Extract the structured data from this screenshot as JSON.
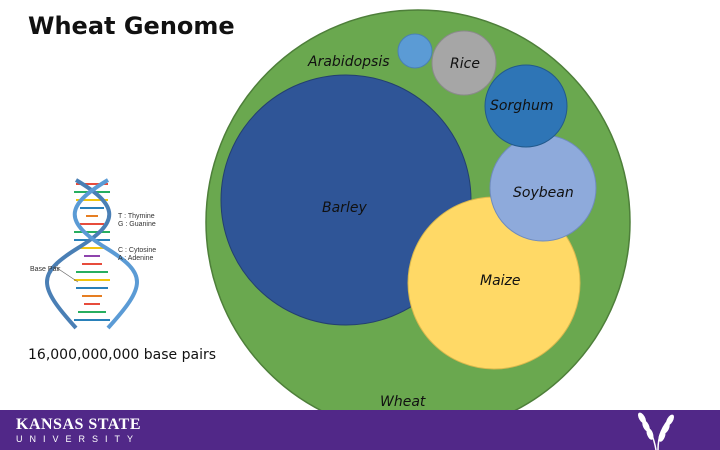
{
  "title": "Wheat Genome",
  "base_pairs": "16,000,000,000 base pairs",
  "circles": {
    "wheat": "Wheat",
    "barley": "Barley",
    "maize": "Maize",
    "soybean": "Soybean",
    "sorghum": "Sorghum",
    "rice": "Rice",
    "arabidopsis": "Arabidopsis"
  },
  "dna_legend": {
    "thymine": "T : Thymine",
    "guanine": "G : Guanine",
    "cytosine": "C : Cytosine",
    "adenine": "A : Adenine",
    "base_pair": "Base Pair"
  },
  "footer": {
    "university_line1": "KANSAS STATE",
    "university_line2": "UNIVERSITY"
  },
  "colors": {
    "wheat": "#6aa84f",
    "barley": "#2f5597",
    "maize": "#ffd966",
    "soybean": "#8eaadb",
    "sorghum": "#2e75b6",
    "rice": "#a6a6a6",
    "arabidopsis": "#5b9bd5",
    "footer": "#512888"
  }
}
